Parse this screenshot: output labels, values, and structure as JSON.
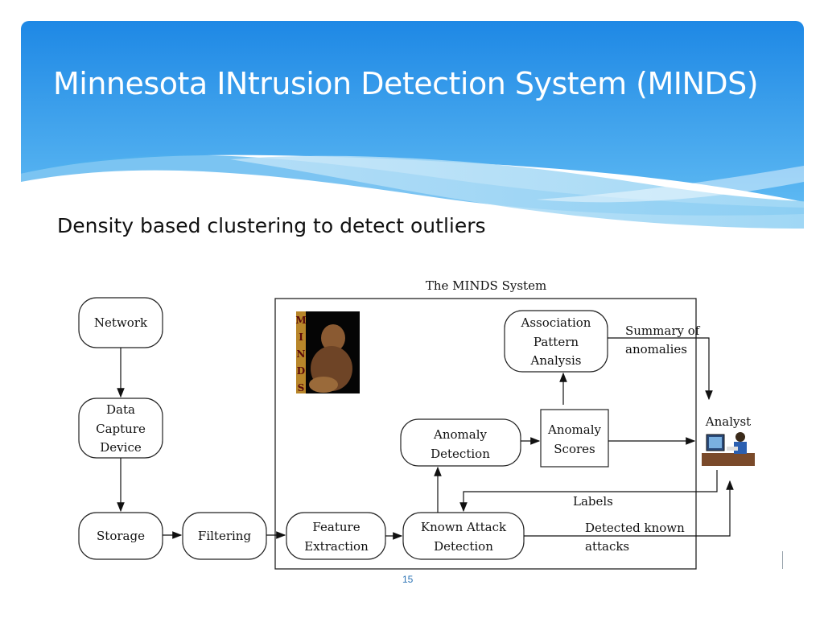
{
  "slide": {
    "title": "Minnesota INtrusion Detection System (MINDS)",
    "subtitle": "Density based clustering to detect outliers",
    "page_number": "15"
  },
  "diagram": {
    "system_title": "The MINDS System",
    "logo_letters": [
      "M",
      "I",
      "N",
      "D",
      "S"
    ],
    "nodes": {
      "network": [
        "Network"
      ],
      "data_capture": [
        "Data",
        "Capture",
        "Device"
      ],
      "storage": [
        "Storage"
      ],
      "filtering": [
        "Filtering"
      ],
      "feature_extraction": [
        "Feature",
        "Extraction"
      ],
      "known_attack": [
        "Known Attack",
        "Detection"
      ],
      "anomaly_detection": [
        "Anomaly",
        "Detection"
      ],
      "anomaly_scores": [
        "Anomaly",
        "Scores"
      ],
      "association": [
        "Association",
        "Pattern",
        "Analysis"
      ],
      "analyst": "Analyst"
    },
    "edge_labels": {
      "summary": [
        "Summary of",
        "anomalies"
      ],
      "labels": "Labels",
      "detected": [
        "Detected known",
        "attacks"
      ]
    }
  },
  "colors": {
    "header_top": "#1e88e5",
    "header_bottom": "#5cb8f2",
    "accent": "#2e74b5"
  }
}
